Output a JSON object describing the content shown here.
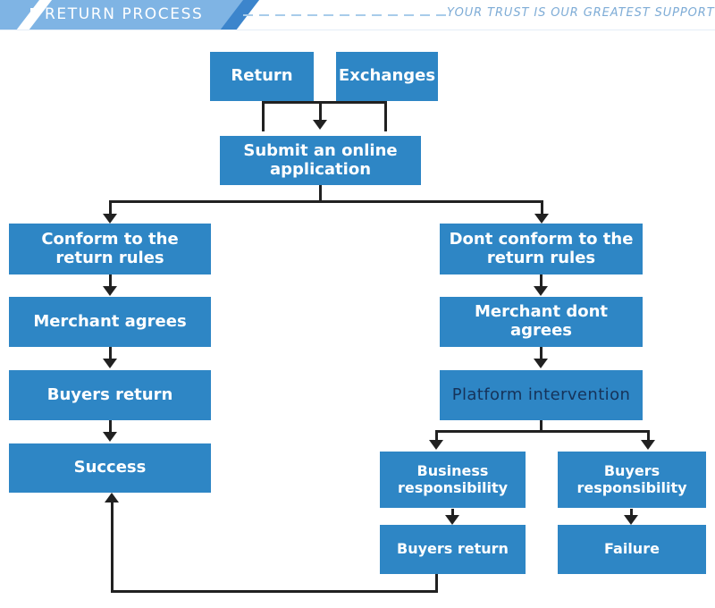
{
  "header": {
    "title": "RETURN PROCESS",
    "tagline": "YOUR TRUST IS OUR GREATEST SUPPORT",
    "banner_color": "#7FB4E4",
    "accent_color": "#3C85CC",
    "tagline_color": "#7EACD6"
  },
  "theme": {
    "node_fill": "#2E86C5",
    "node_text": "#FFFFFF",
    "node_alt_text": "#16335A",
    "connector_color": "#212121",
    "page_background": "#FFFFFF"
  },
  "flow": {
    "nodes": [
      {
        "id": "return",
        "label": "Return"
      },
      {
        "id": "exchanges",
        "label": "Exchanges"
      },
      {
        "id": "submit-application",
        "label": "Submit an online application"
      },
      {
        "id": "conform-rules",
        "label": "Conform to the return rules"
      },
      {
        "id": "dont-conform-rules",
        "label": "Dont conform to the return rules"
      },
      {
        "id": "merchant-agrees",
        "label": "Merchant agrees"
      },
      {
        "id": "merchant-dont-agrees",
        "label": "Merchant dont agrees"
      },
      {
        "id": "buyers-return-left",
        "label": "Buyers return"
      },
      {
        "id": "platform-intervention",
        "label": "Platform intervention"
      },
      {
        "id": "success",
        "label": "Success"
      },
      {
        "id": "business-responsibility",
        "label": "Business responsibility"
      },
      {
        "id": "buyers-responsibility",
        "label": "Buyers responsibility"
      },
      {
        "id": "buyers-return-right",
        "label": "Buyers return"
      },
      {
        "id": "failure",
        "label": "Failure"
      }
    ],
    "edges": [
      {
        "from": "return",
        "to": "submit-application"
      },
      {
        "from": "exchanges",
        "to": "submit-application"
      },
      {
        "from": "submit-application",
        "to": "conform-rules"
      },
      {
        "from": "submit-application",
        "to": "dont-conform-rules"
      },
      {
        "from": "conform-rules",
        "to": "merchant-agrees"
      },
      {
        "from": "merchant-agrees",
        "to": "buyers-return-left"
      },
      {
        "from": "buyers-return-left",
        "to": "success"
      },
      {
        "from": "dont-conform-rules",
        "to": "merchant-dont-agrees"
      },
      {
        "from": "merchant-dont-agrees",
        "to": "platform-intervention"
      },
      {
        "from": "platform-intervention",
        "to": "business-responsibility"
      },
      {
        "from": "platform-intervention",
        "to": "buyers-responsibility"
      },
      {
        "from": "business-responsibility",
        "to": "buyers-return-right"
      },
      {
        "from": "buyers-responsibility",
        "to": "failure"
      },
      {
        "from": "buyers-return-right",
        "to": "success"
      }
    ]
  }
}
